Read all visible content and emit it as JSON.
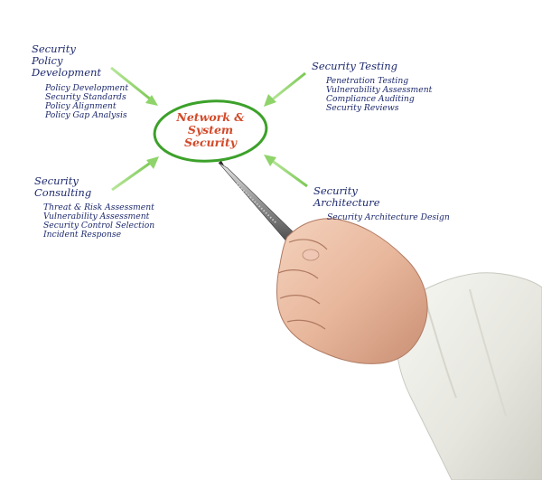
{
  "center": {
    "title_lines": [
      "Network &",
      "System",
      "Security"
    ]
  },
  "branches": {
    "policy": {
      "title_lines": [
        "Security",
        "Policy",
        "Development"
      ],
      "items": [
        "Policy Development",
        "Security Standards",
        "Policy Alignment",
        "Policy Gap Analysis"
      ]
    },
    "testing": {
      "title_lines": [
        "Security Testing"
      ],
      "items": [
        "Penetration Testing",
        "Vulnerability Assessment",
        "Compliance Auditing",
        "Security Reviews"
      ]
    },
    "consulting": {
      "title_lines": [
        "Security",
        "Consulting"
      ],
      "items": [
        "Threat & Risk Assessment",
        "Vulnerability Assessment",
        "Security Control Selection",
        "Incident Response"
      ]
    },
    "architecture": {
      "title_lines": [
        "Security",
        "Architecture"
      ],
      "items": [
        "Security Architecture Design"
      ]
    }
  },
  "colors": {
    "text": "#1e2a6e",
    "center_text": "#d24a2a",
    "ellipse": "#3ca12a",
    "arrow": "#8fd46a"
  }
}
